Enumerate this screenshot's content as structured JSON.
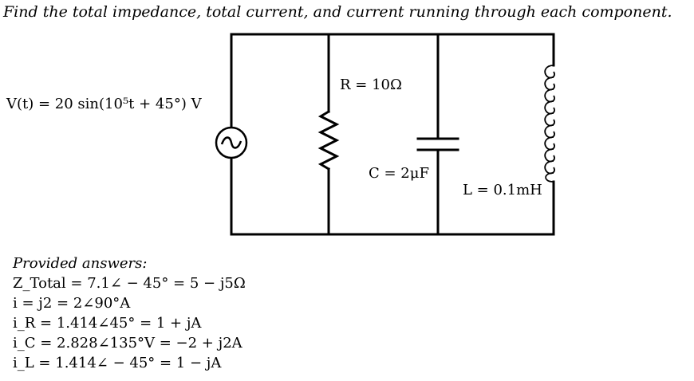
{
  "question": "Find the total impedance, total current, and current running through each component.",
  "source": {
    "label": "V(t) = 20 sin(10⁵t + 45°) V"
  },
  "resistor": {
    "label": "R = 10Ω"
  },
  "capacitor": {
    "label": "C = 2μF"
  },
  "inductor": {
    "label": "L = 0.1mH"
  },
  "answers": {
    "heading": "Provided answers:",
    "lines": [
      "Z_Total = 7.1∠ − 45° = 5 − j5Ω",
      "i = j2 = 2∠90°A",
      "i_R = 1.414∠45° = 1 + jA",
      "i_C = 2.828∠135°V = −2 + j2A",
      "i_L = 1.414∠ − 45° = 1 − jA"
    ]
  },
  "icons": {
    "source": "ac-source-icon",
    "resistor": "resistor-icon",
    "capacitor": "capacitor-icon",
    "inductor": "inductor-coil-icon"
  }
}
